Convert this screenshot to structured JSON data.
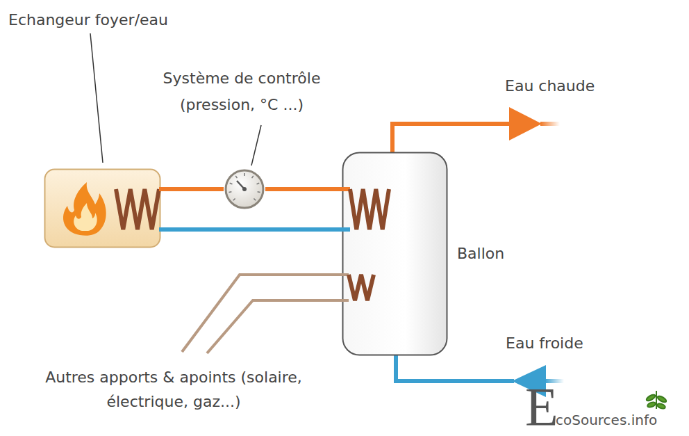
{
  "diagram": {
    "nodes": [
      {
        "text": [
          "Echangeur foyer/eau"
        ]
      },
      {
        "text": [
          "Système de contrôle (pression, °C ...)"
        ]
      },
      {
        "text": [
          "Ballon"
        ]
      }
    ],
    "edges": [
      {
        "from": 0,
        "to": 1,
        "arrow": "none"
      },
      {
        "from": 1,
        "to": 2,
        "arrow": "none"
      },
      {
        "from": 2,
        "to": 0,
        "arrow": "none"
      }
    ],
    "labels": [
      "Eau chaude",
      "Eau froide",
      "Autres apports & apoints (solaire, électrique, gaz...)",
      "E",
      "coSources.info"
    ]
  }
}
